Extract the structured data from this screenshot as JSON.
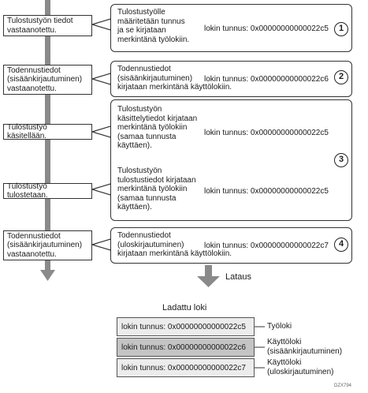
{
  "steps": [
    {
      "left": "Tulostustyön tiedot\nvastaanotettu.",
      "callout": "Tulostustyölle\nmääritetään tunnus\nja se kirjataan\nmerkintänä työlokiin.",
      "log_id": "lokin tunnus: 0x00000000000022c5",
      "num": "1"
    },
    {
      "left": "Todennustiedot\n(sisäänkirjautuminen)\nvastaanotettu.",
      "callout": "Todennustiedot\n(sisäänkirjautuminen)\nkirjataan merkintänä käyttölokiin.",
      "log_id": "lokin tunnus: 0x00000000000022c6",
      "num": "2"
    },
    {
      "left": "Tulostustyö käsitellään.",
      "callout": "Tulostustyön\nkäsittelytiedot kirjataan\nmerkintänä työlokiin\n(samaa tunnusta\nkäyttäen).",
      "log_id": "lokin tunnus: 0x00000000000022c5",
      "num": "3"
    },
    {
      "left": "Tulostustyö tulostetaan.",
      "callout": "Tulostustyön\ntulostustiedot kirjataan\nmerkintänä työlokiin\n(samaa tunnusta\nkäyttäen).",
      "log_id": "lokin tunnus: 0x00000000000022c5",
      "num": ""
    },
    {
      "left": "Todennustiedot\n(sisäänkirjautuminen)\nvastaanotettu.",
      "callout": "Todennustiedot\n(uloskirjautuminen)\nkirjataan merkintänä käyttölokiin.",
      "log_id": "lokin tunnus: 0x00000000000022c7",
      "num": "4"
    }
  ],
  "download_label": "Lataus",
  "downloaded_title": "Ladattu loki",
  "downloaded_rows": [
    {
      "id": "lokin tunnus: 0x00000000000022c5",
      "type": "Työloki",
      "color": "#ececec"
    },
    {
      "id": "lokin tunnus: 0x00000000000022c6",
      "type": "Käyttöloki\n(sisäänkirjautuminen)",
      "color": "#c4c4c4"
    },
    {
      "id": "lokin tunnus: 0x00000000000022c7",
      "type": "Käyttöloki\n(uloskirjautuminen)",
      "color": "#ececec"
    }
  ],
  "figure_code": "DZX794"
}
